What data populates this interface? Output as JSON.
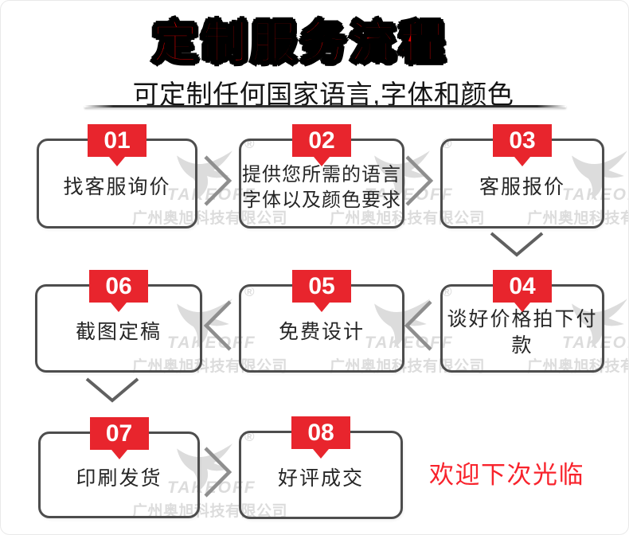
{
  "header": {
    "title": "定制服务流程",
    "subtitle": "可定制任何国家语言,字体和颜色"
  },
  "flow": {
    "steps": [
      {
        "number": "01",
        "line1": "找客服询价",
        "line2": ""
      },
      {
        "number": "02",
        "line1": "提供您所需的语言",
        "line2": "字体以及颜色要求"
      },
      {
        "number": "03",
        "line1": "客服报价",
        "line2": ""
      },
      {
        "number": "04",
        "line1": "谈好价格拍下付款",
        "line2": ""
      },
      {
        "number": "05",
        "line1": "免费设计",
        "line2": ""
      },
      {
        "number": "06",
        "line1": "截图定稿",
        "line2": ""
      },
      {
        "number": "07",
        "line1": "印刷发货",
        "line2": ""
      },
      {
        "number": "08",
        "line1": "好评成交",
        "line2": ""
      }
    ]
  },
  "footer": {
    "welcome_text": "欢迎下次光临"
  },
  "watermark": {
    "brand": "TAKEOFF",
    "company": "广州奥旭科技有限公司",
    "registered": "®"
  },
  "colors": {
    "title_red": "#e60000",
    "step_red": "#e8252d",
    "welcome_red": "#f8232c",
    "box_border": "#4d4d4d",
    "arrow_gray": "#8e8e8e",
    "down_arrow_gray": "#606060",
    "watermark_gray": "#dcdcdc"
  }
}
